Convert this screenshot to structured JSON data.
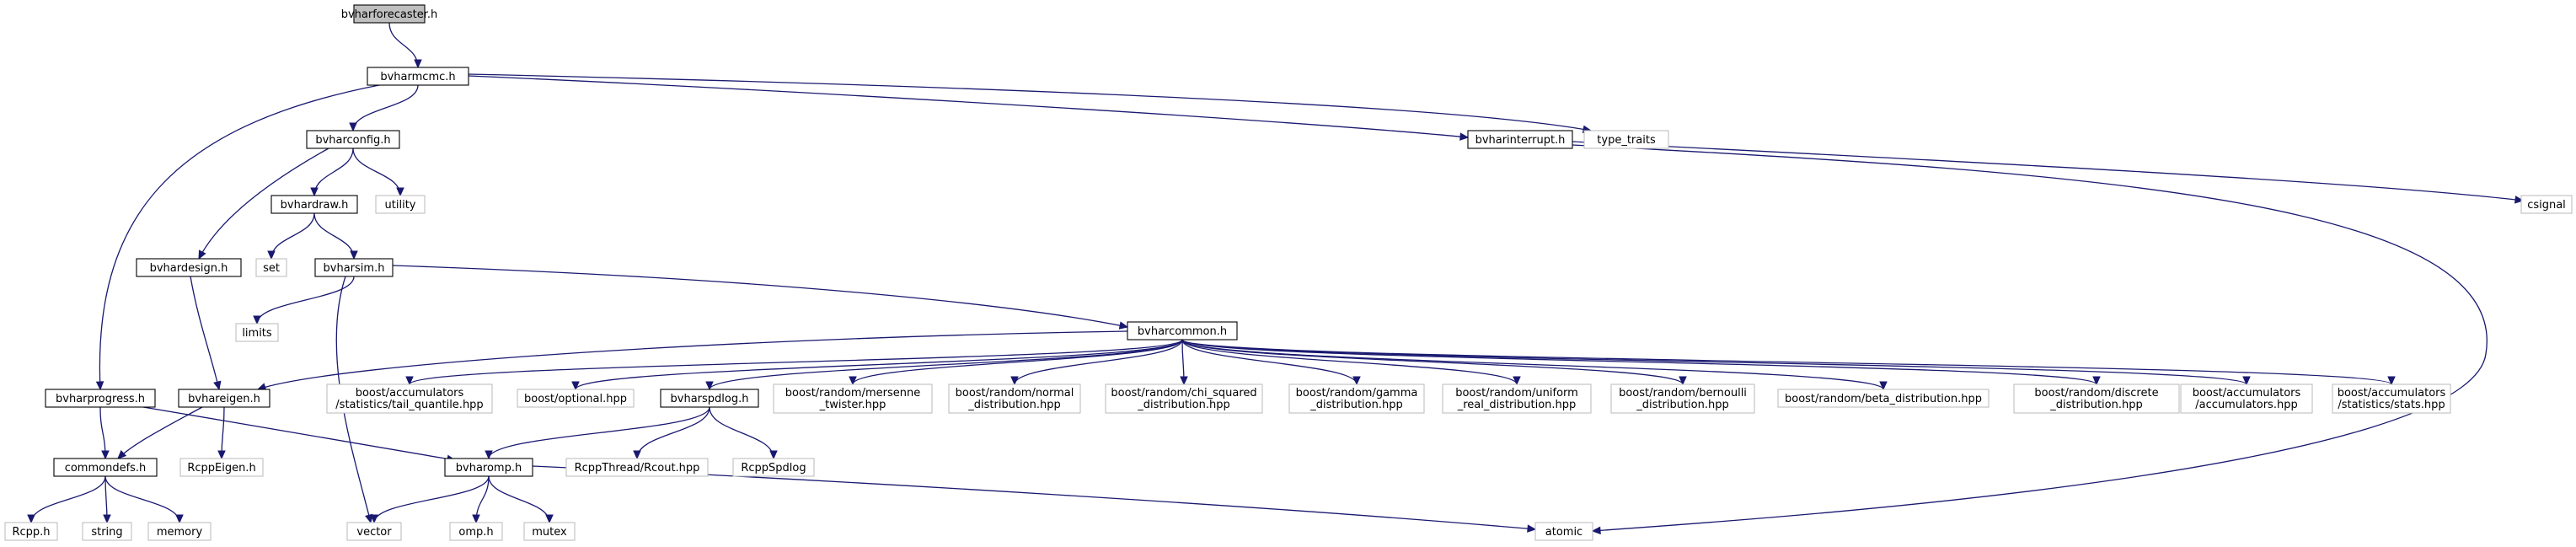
{
  "colors": {
    "background": "#ffffff",
    "edge": "#191970",
    "root_fill": "#bfbfbf",
    "project_border": "#000000",
    "external_border": "#bfbfbf",
    "text": "#000000"
  },
  "nodes": {
    "bvharforecaster": {
      "label": "bvharforecaster.h",
      "kind": "root"
    },
    "bvharmcmc": {
      "label": "bvharmcmc.h",
      "kind": "project"
    },
    "bvharconfig": {
      "label": "bvharconfig.h",
      "kind": "project"
    },
    "bvharinterrupt": {
      "label": "bvharinterrupt.h",
      "kind": "project"
    },
    "type_traits": {
      "label": "type_traits",
      "kind": "external"
    },
    "csignal": {
      "label": "csignal",
      "kind": "external"
    },
    "bvhardraw": {
      "label": "bvhardraw.h",
      "kind": "project"
    },
    "utility": {
      "label": "utility",
      "kind": "external"
    },
    "bvhardesign": {
      "label": "bvhardesign.h",
      "kind": "project"
    },
    "set": {
      "label": "set",
      "kind": "external"
    },
    "bvharsim": {
      "label": "bvharsim.h",
      "kind": "project"
    },
    "limits": {
      "label": "limits",
      "kind": "external"
    },
    "bvharcommon": {
      "label": "bvharcommon.h",
      "kind": "project"
    },
    "bvharprogress": {
      "label": "bvharprogress.h",
      "kind": "project"
    },
    "bvhareigen": {
      "label": "bvhareigen.h",
      "kind": "project"
    },
    "tail_quantile": {
      "label": [
        "boost/accumulators",
        "/statistics/tail_quantile.hpp"
      ],
      "kind": "external"
    },
    "optional": {
      "label": "boost/optional.hpp",
      "kind": "external"
    },
    "bvharspdlog": {
      "label": "bvharspdlog.h",
      "kind": "project"
    },
    "mersenne": {
      "label": [
        "boost/random/mersenne",
        "_twister.hpp"
      ],
      "kind": "external"
    },
    "normal": {
      "label": [
        "boost/random/normal",
        "_distribution.hpp"
      ],
      "kind": "external"
    },
    "chi_squared": {
      "label": [
        "boost/random/chi_squared",
        "_distribution.hpp"
      ],
      "kind": "external"
    },
    "gamma": {
      "label": [
        "boost/random/gamma",
        "_distribution.hpp"
      ],
      "kind": "external"
    },
    "uniform": {
      "label": [
        "boost/random/uniform",
        "_real_distribution.hpp"
      ],
      "kind": "external"
    },
    "bernoulli": {
      "label": [
        "boost/random/bernoulli",
        "_distribution.hpp"
      ],
      "kind": "external"
    },
    "beta": {
      "label": "boost/random/beta_distribution.hpp",
      "kind": "external"
    },
    "discrete": {
      "label": [
        "boost/random/discrete",
        "_distribution.hpp"
      ],
      "kind": "external"
    },
    "accumulators": {
      "label": [
        "boost/accumulators",
        "/accumulators.hpp"
      ],
      "kind": "external"
    },
    "stats": {
      "label": [
        "boost/accumulators",
        "/statistics/stats.hpp"
      ],
      "kind": "external"
    },
    "commondefs": {
      "label": "commondefs.h",
      "kind": "project"
    },
    "rcppeigen": {
      "label": "RcppEigen.h",
      "kind": "external"
    },
    "bvharomp": {
      "label": "bvharomp.h",
      "kind": "project"
    },
    "rcout": {
      "label": "RcppThread/Rcout.hpp",
      "kind": "external"
    },
    "rcppspdlog": {
      "label": "RcppSpdlog",
      "kind": "external"
    },
    "rcpp": {
      "label": "Rcpp.h",
      "kind": "external"
    },
    "string": {
      "label": "string",
      "kind": "external"
    },
    "memory": {
      "label": "memory",
      "kind": "external"
    },
    "vector": {
      "label": "vector",
      "kind": "external"
    },
    "omp": {
      "label": "omp.h",
      "kind": "external"
    },
    "mutex": {
      "label": "mutex",
      "kind": "external"
    },
    "atomic": {
      "label": "atomic",
      "kind": "external"
    }
  },
  "edges": [
    [
      "bvharforecaster",
      "bvharmcmc"
    ],
    [
      "bvharmcmc",
      "bvharconfig"
    ],
    [
      "bvharmcmc",
      "bvharinterrupt"
    ],
    [
      "bvharmcmc",
      "type_traits"
    ],
    [
      "bvharmcmc",
      "bvharprogress"
    ],
    [
      "bvharconfig",
      "bvhardraw"
    ],
    [
      "bvharconfig",
      "utility"
    ],
    [
      "bvharconfig",
      "bvhardesign"
    ],
    [
      "bvharinterrupt",
      "csignal"
    ],
    [
      "bvharinterrupt",
      "atomic"
    ],
    [
      "bvhardraw",
      "set"
    ],
    [
      "bvhardraw",
      "bvharsim"
    ],
    [
      "bvhardesign",
      "bvhareigen"
    ],
    [
      "bvharsim",
      "limits"
    ],
    [
      "bvharsim",
      "bvharcommon"
    ],
    [
      "bvharsim",
      "vector"
    ],
    [
      "bvharcommon",
      "bvhareigen"
    ],
    [
      "bvharcommon",
      "tail_quantile"
    ],
    [
      "bvharcommon",
      "optional"
    ],
    [
      "bvharcommon",
      "bvharspdlog"
    ],
    [
      "bvharcommon",
      "mersenne"
    ],
    [
      "bvharcommon",
      "normal"
    ],
    [
      "bvharcommon",
      "chi_squared"
    ],
    [
      "bvharcommon",
      "gamma"
    ],
    [
      "bvharcommon",
      "uniform"
    ],
    [
      "bvharcommon",
      "bernoulli"
    ],
    [
      "bvharcommon",
      "beta"
    ],
    [
      "bvharcommon",
      "discrete"
    ],
    [
      "bvharcommon",
      "accumulators"
    ],
    [
      "bvharcommon",
      "stats"
    ],
    [
      "bvharprogress",
      "commondefs"
    ],
    [
      "bvharprogress",
      "bvharomp"
    ],
    [
      "bvhareigen",
      "commondefs"
    ],
    [
      "bvhareigen",
      "rcppeigen"
    ],
    [
      "bvharspdlog",
      "bvharomp"
    ],
    [
      "bvharspdlog",
      "rcout"
    ],
    [
      "bvharspdlog",
      "rcppspdlog"
    ],
    [
      "commondefs",
      "rcpp"
    ],
    [
      "commondefs",
      "string"
    ],
    [
      "commondefs",
      "memory"
    ],
    [
      "bvharomp",
      "vector"
    ],
    [
      "bvharomp",
      "omp"
    ],
    [
      "bvharomp",
      "mutex"
    ],
    [
      "bvharomp",
      "atomic"
    ]
  ]
}
